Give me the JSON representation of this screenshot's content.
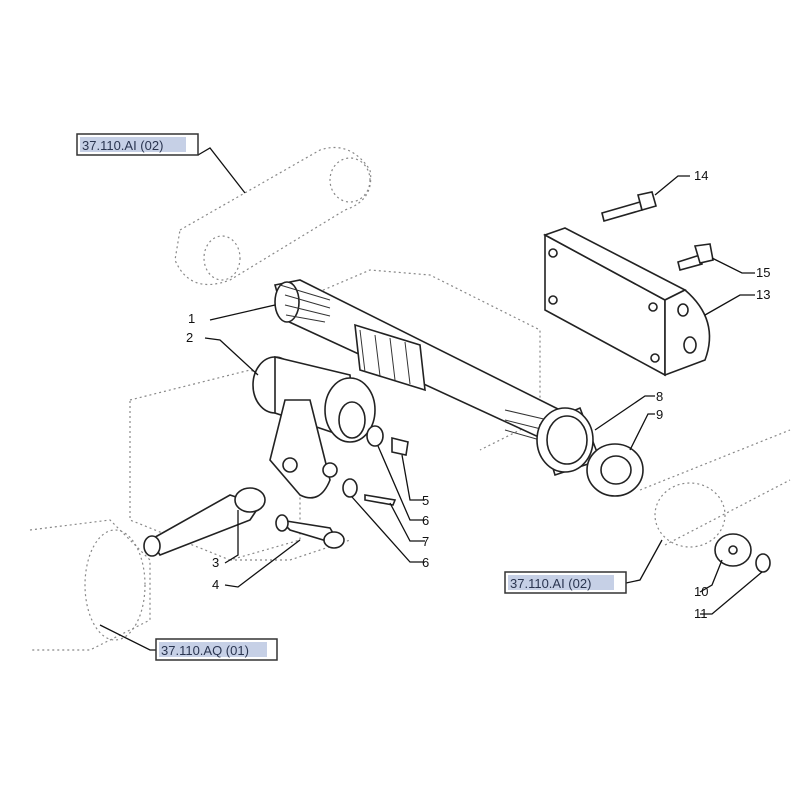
{
  "diagram": {
    "references": [
      {
        "label": "37.110.AI (02)"
      },
      {
        "label": "37.110.AI (02)"
      },
      {
        "label": "37.110.AQ (01)"
      }
    ],
    "callouts": [
      "1",
      "2",
      "3",
      "4",
      "5",
      "6",
      "7",
      "6",
      "8",
      "9",
      "10",
      "11",
      "13",
      "14",
      "15"
    ]
  }
}
